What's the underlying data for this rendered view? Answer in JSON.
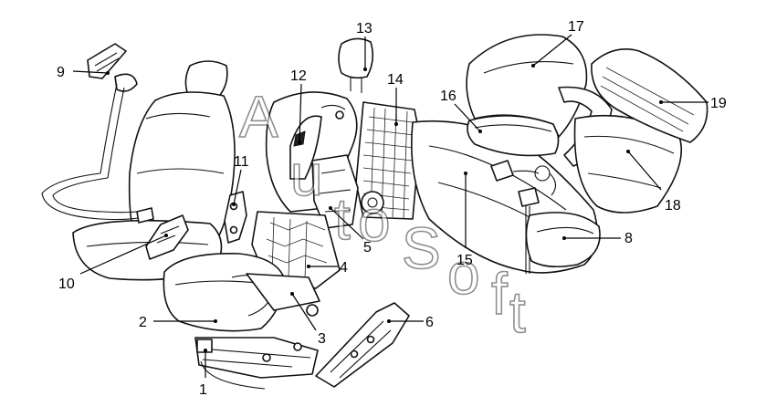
{
  "watermark": {
    "letters": [
      "A",
      "u",
      "t",
      "o",
      "S",
      "o",
      "f",
      "t"
    ]
  },
  "callouts": [
    "1",
    "2",
    "3",
    "4",
    "5",
    "6",
    "8",
    "9",
    "10",
    "11",
    "12",
    "13",
    "14",
    "15",
    "16",
    "17",
    "18",
    "19"
  ]
}
